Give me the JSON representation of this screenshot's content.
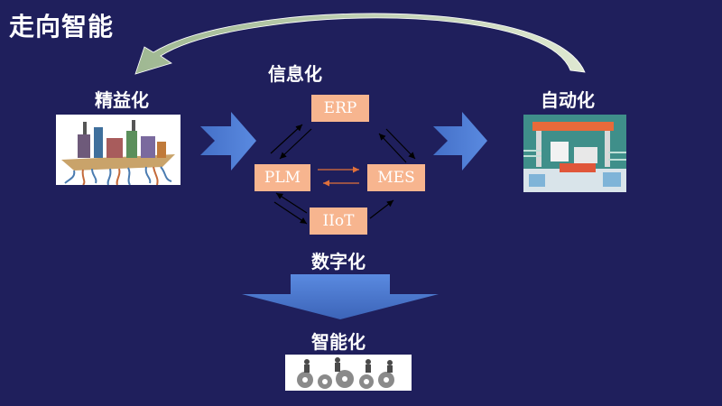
{
  "slide": {
    "title": "走向智能",
    "stages": {
      "lean": "精益化",
      "informatization": "信息化",
      "automation": "自动化",
      "digitalization": "数字化",
      "intelligent": "智能化"
    },
    "systems": {
      "erp": "ERP",
      "plm": "PLM",
      "mes": "MES",
      "iiot": "IIoT"
    },
    "colors": {
      "background": "#1f1f5c",
      "box": "#f7b58f",
      "blue_arrow": "#4a78d0",
      "curved_arrow": "#c7d9b8",
      "orange_arrow": "#e0703a"
    }
  }
}
